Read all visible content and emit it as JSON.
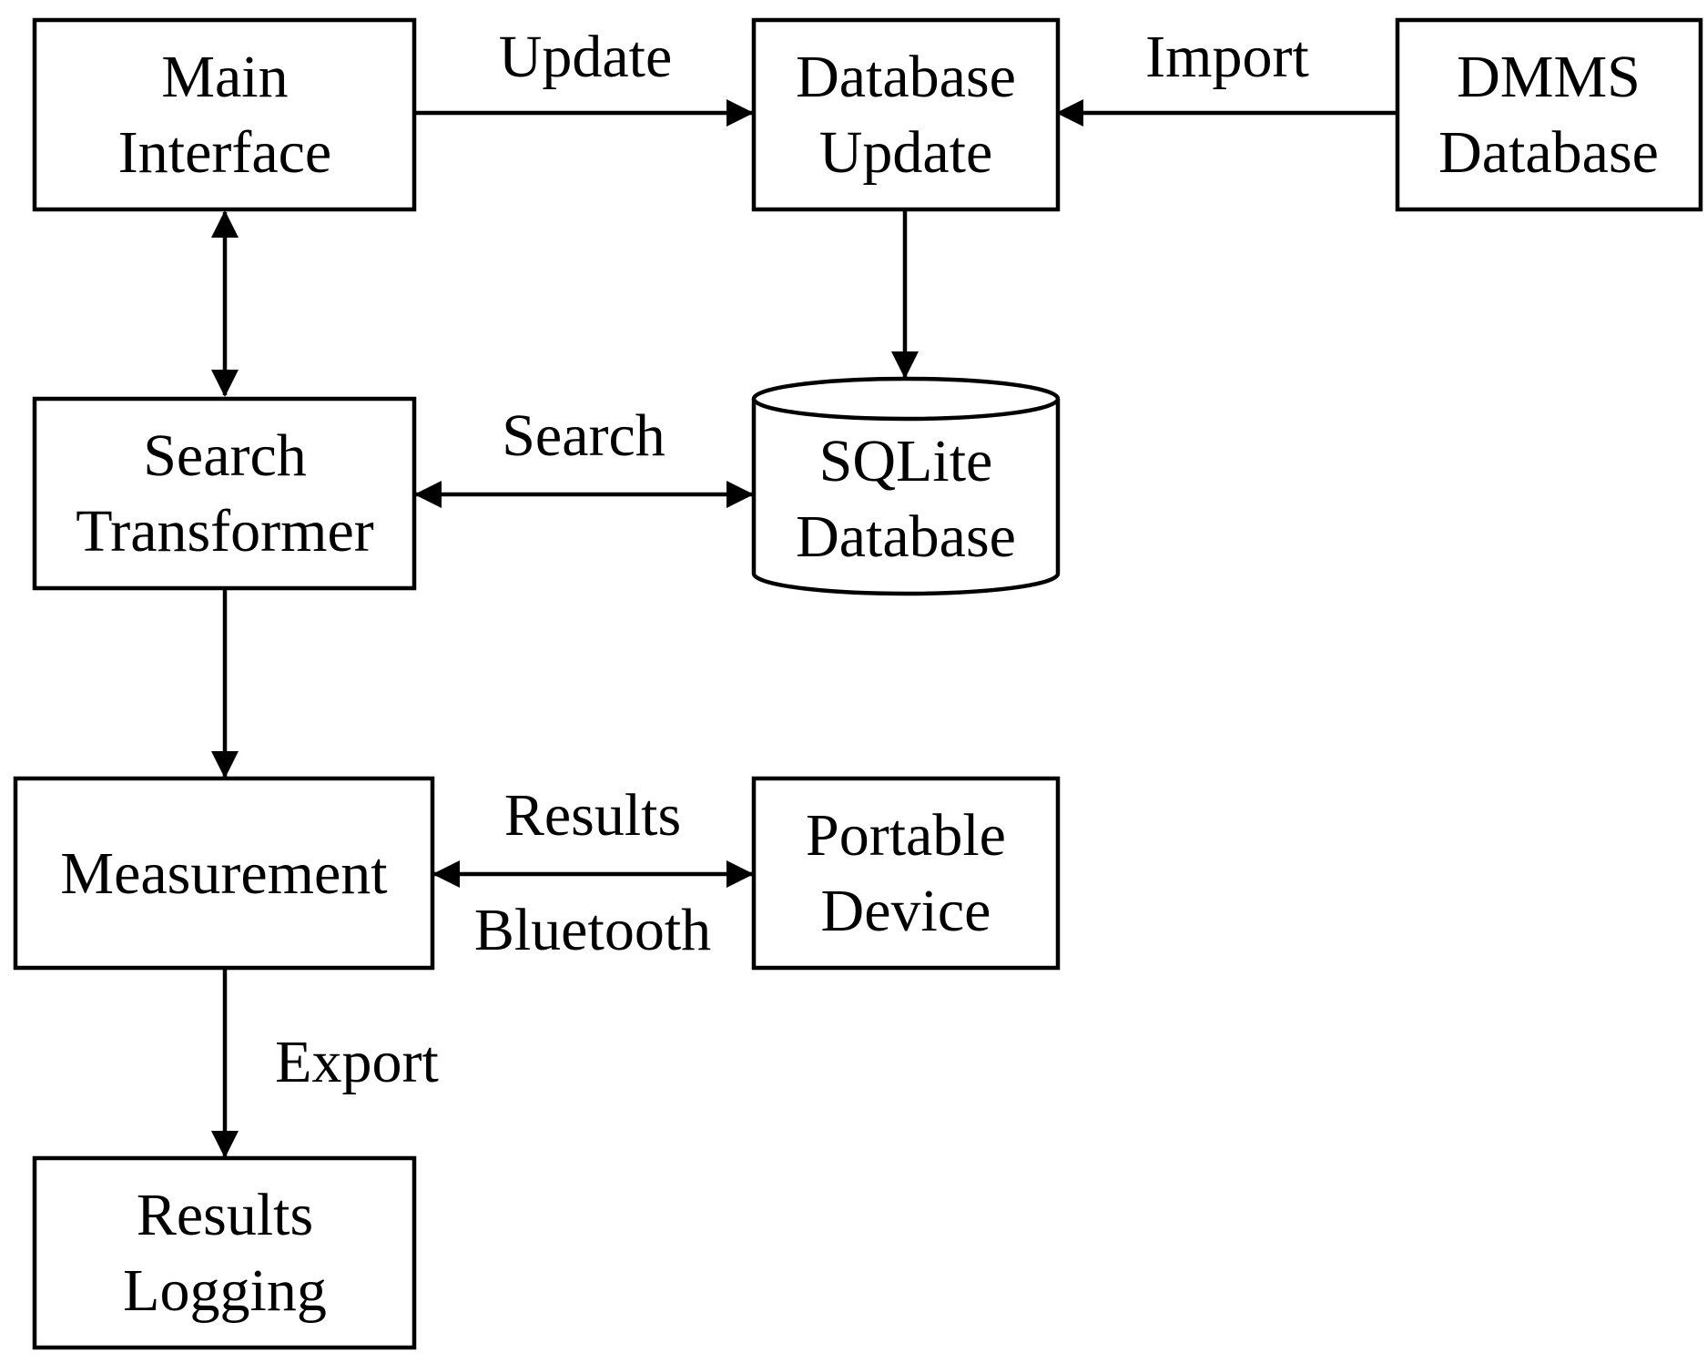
{
  "nodes": {
    "main_interface": {
      "line1": "Main",
      "line2": "Interface"
    },
    "database_update": {
      "line1": "Database",
      "line2": "Update"
    },
    "dmms_database": {
      "line1": "DMMS",
      "line2": "Database"
    },
    "search_transformer": {
      "line1": "Search",
      "line2": "Transformer"
    },
    "sqlite_database": {
      "line1": "SQLite",
      "line2": "Database"
    },
    "measurement": {
      "line1": "Measurement"
    },
    "portable_device": {
      "line1": "Portable",
      "line2": "Device"
    },
    "results_logging": {
      "line1": "Results",
      "line2": "Logging"
    }
  },
  "edges": {
    "update": "Update",
    "import": "Import",
    "search": "Search",
    "results": "Results",
    "bluetooth": "Bluetooth",
    "export": "Export"
  }
}
